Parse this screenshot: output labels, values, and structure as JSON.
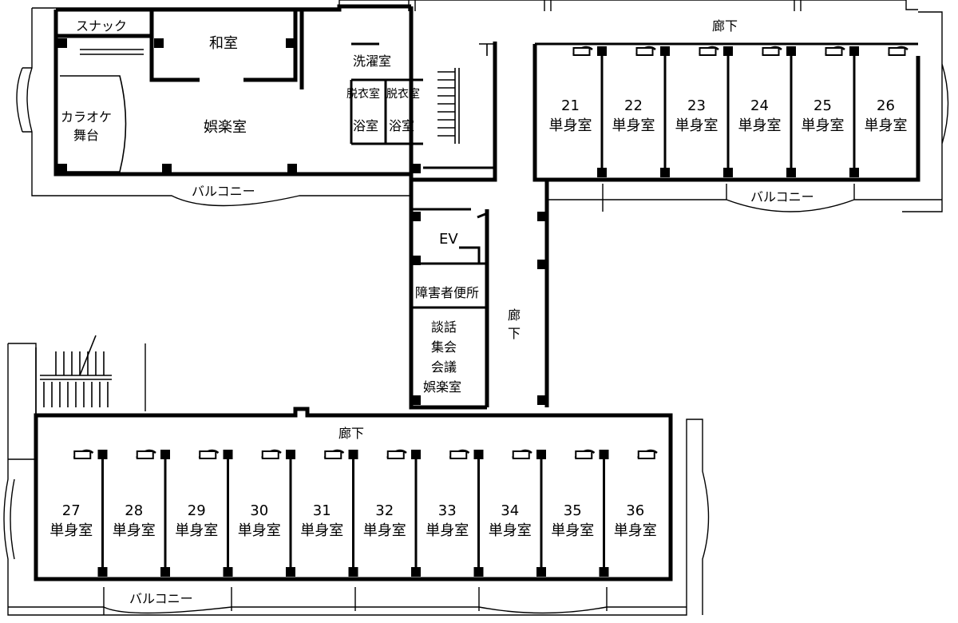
{
  "labels": {
    "snack": "スナック",
    "washitsu": "和室",
    "karaoke": "カラオケ",
    "stage": "舞台",
    "recreation_top": "娯楽室",
    "laundry": "洗濯室",
    "changing_1": "脱衣室",
    "changing_2": "脱衣室",
    "bath_1": "浴室",
    "bath_2": "浴室",
    "balcony_top_left": "バルコニー",
    "balcony_top_right": "バルコニー",
    "balcony_bottom": "バルコニー",
    "corridor_top": "廊下",
    "corridor_vertical_1": "廊",
    "corridor_vertical_2": "下",
    "corridor_bottom": "廊下",
    "ev": "EV",
    "accessible_toilet": "障害者便所",
    "multi_room": [
      "談話",
      "集会",
      "会議",
      "娯楽室"
    ]
  },
  "room_type_label": "単身室",
  "rooms_top": [
    "21",
    "22",
    "23",
    "24",
    "25",
    "26"
  ],
  "rooms_bottom": [
    "27",
    "28",
    "29",
    "30",
    "31",
    "32",
    "33",
    "34",
    "35",
    "36"
  ]
}
